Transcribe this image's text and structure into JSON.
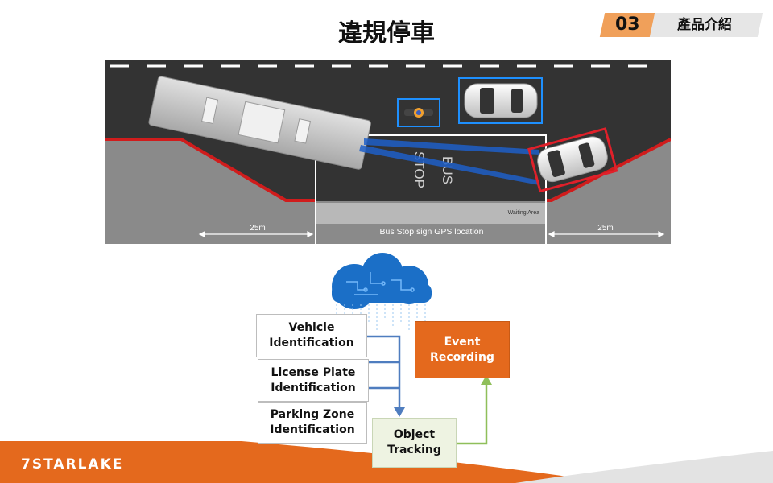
{
  "header": {
    "title": "違規停車",
    "section_number": "03",
    "section_label": "產品介紹"
  },
  "scene": {
    "bus_stop_marking": [
      "BUS",
      "STOP"
    ],
    "waiting_area": "Waiting Area",
    "left_distance": "25m",
    "center_label": "Bus Stop sign GPS location",
    "right_distance": "25m"
  },
  "flow": {
    "inputs": [
      [
        "Vehicle",
        "Identification"
      ],
      [
        "License Plate",
        "Identification"
      ],
      [
        "Parking Zone",
        "Identification"
      ]
    ],
    "tracking": [
      "Object",
      "Tracking"
    ],
    "event": [
      "Event",
      "Recording"
    ]
  },
  "colors": {
    "accent_orange": "#e4691d",
    "tab_orange": "#f0a05a",
    "flow_blue": "#4f7dbf",
    "flow_green": "#8fbf5a",
    "violation_red": "#e0202a",
    "detect_blue": "#1e90ff"
  },
  "footer": {
    "brand": "7STARLAKE"
  }
}
